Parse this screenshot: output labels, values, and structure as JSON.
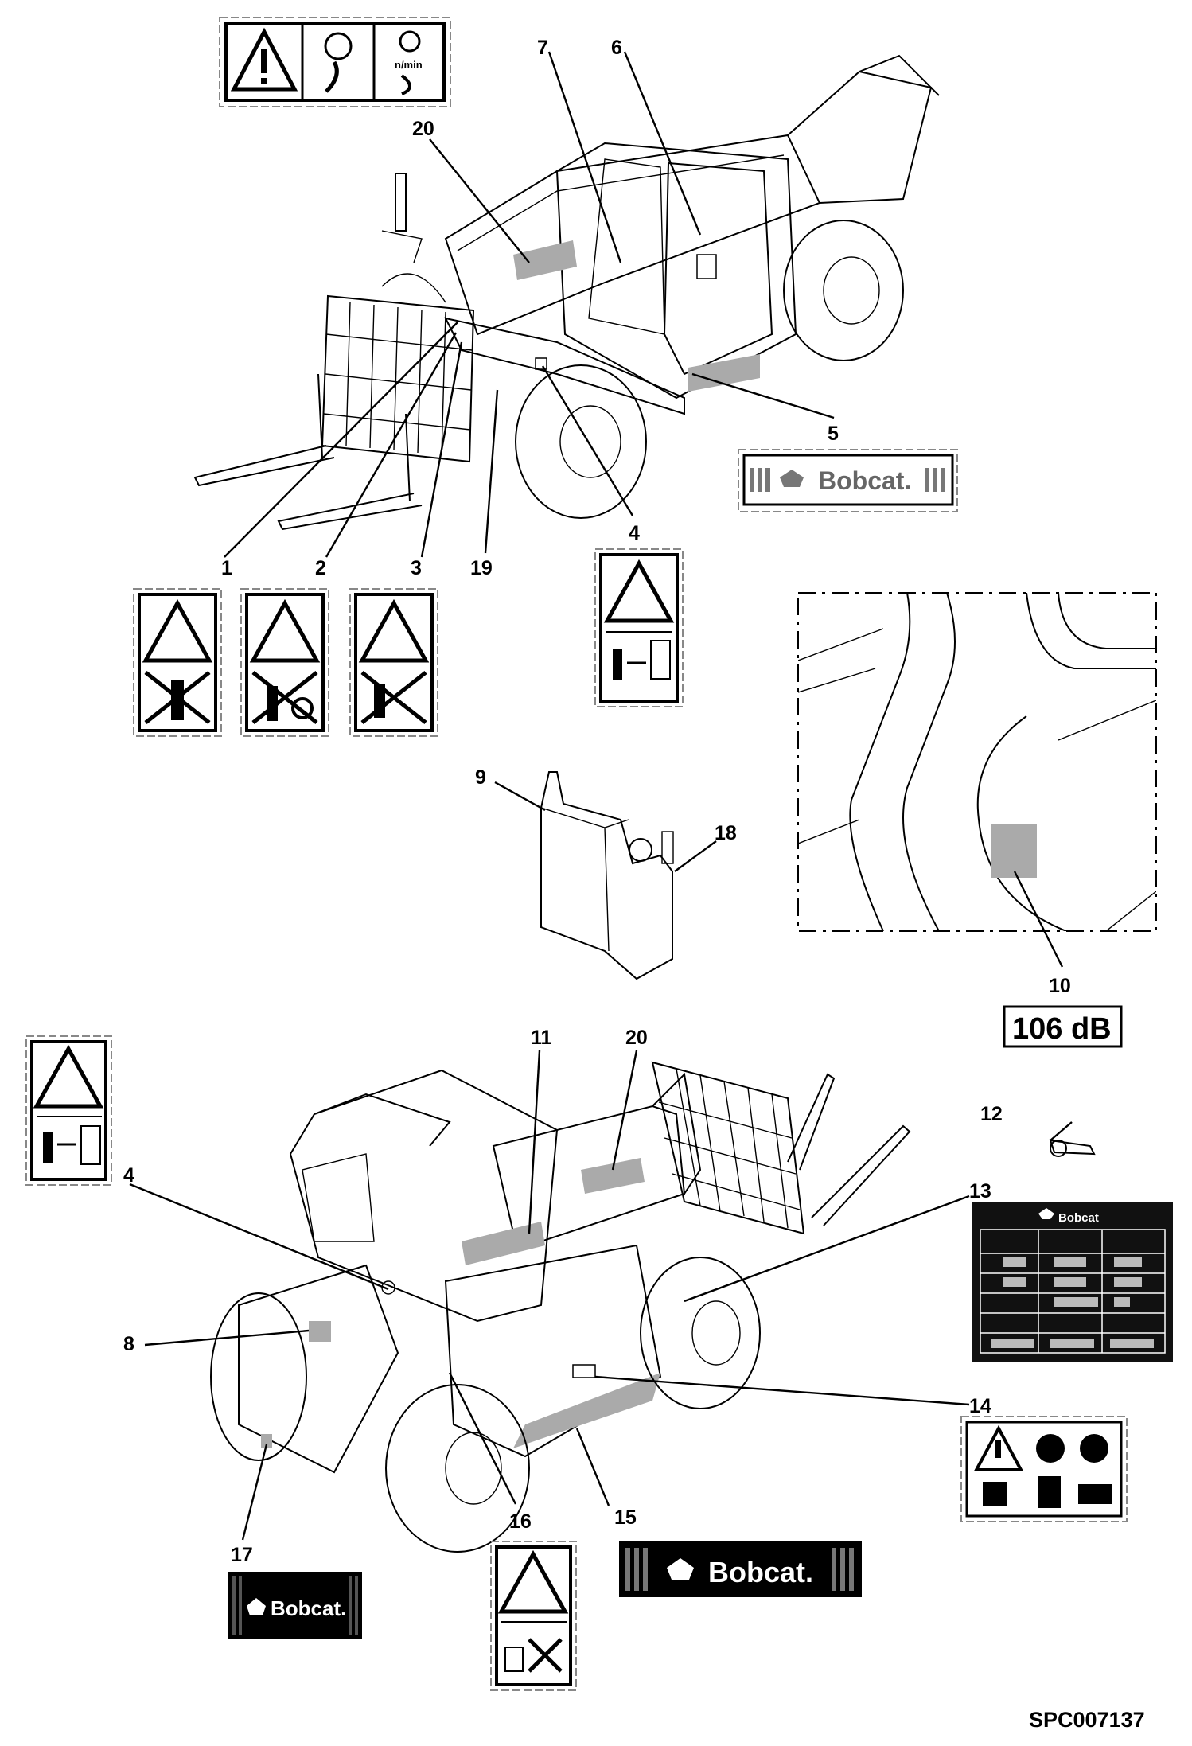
{
  "diagram": {
    "drawing_code": "SPC007137",
    "callouts": {
      "c1": "1",
      "c2": "2",
      "c3": "3",
      "c4a": "4",
      "c4b": "4",
      "c5": "5",
      "c6": "6",
      "c7": "7",
      "c8": "8",
      "c9": "9",
      "c10": "10",
      "c11": "11",
      "c12": "12",
      "c13": "13",
      "c14": "14",
      "c15": "15",
      "c16": "16",
      "c17": "17",
      "c18": "18",
      "c19": "19",
      "c20a": "20",
      "c20b": "20"
    },
    "decals": {
      "noise_label": "106 dB",
      "brand_small": "Bobcat.",
      "brand_mid": "Bobcat.",
      "brand_large": "Bobcat.",
      "brand_plate": "Bobcat",
      "speed_unit": "n/min"
    },
    "colors": {
      "decal_fill": "#aaaaaa",
      "plate_bg": "#111111"
    }
  }
}
